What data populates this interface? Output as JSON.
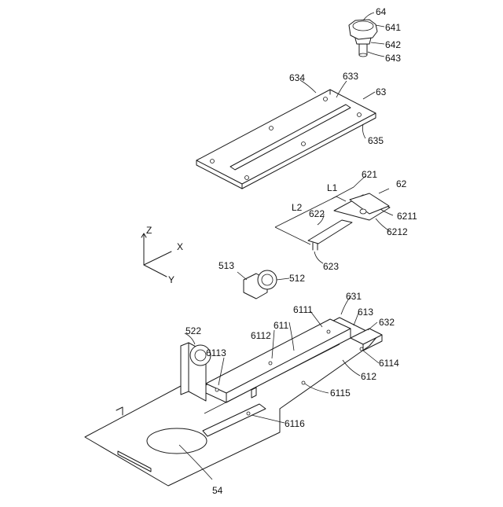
{
  "labels": {
    "l64": "64",
    "l641": "641",
    "l642": "642",
    "l643": "643",
    "l634": "634",
    "l633": "633",
    "l63": "63",
    "l635": "635",
    "l621": "621",
    "l62": "62",
    "L1": "L1",
    "L2": "L2",
    "l622": "622",
    "l6211": "6211",
    "l6212": "6212",
    "l623": "623",
    "axZ": "Z",
    "axX": "X",
    "axY": "Y",
    "l513": "513",
    "l512": "512",
    "l631": "631",
    "l6111": "6111",
    "l613": "613",
    "l632": "632",
    "l522": "522",
    "l6112": "6112",
    "l611": "611",
    "l6113": "6113",
    "l6114": "6114",
    "l612": "612",
    "l6115": "6115",
    "l6116": "6116",
    "l54": "54"
  }
}
